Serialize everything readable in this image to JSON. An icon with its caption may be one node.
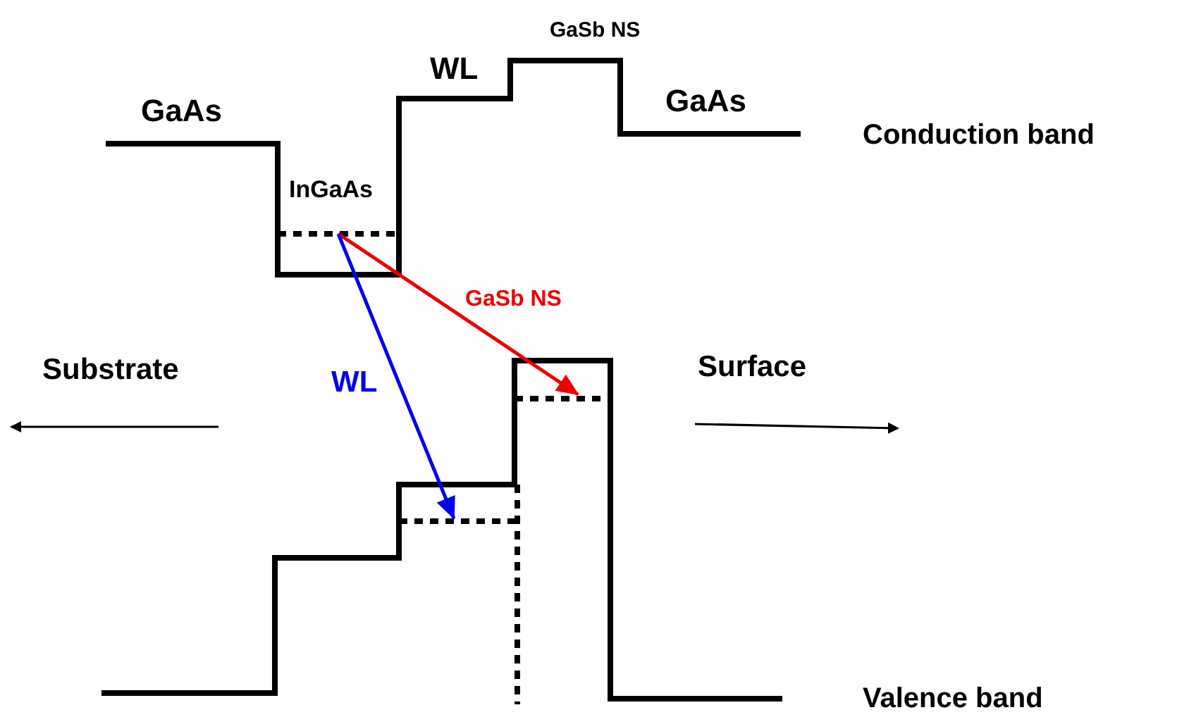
{
  "diagram": {
    "labels": [
      "GaSb NS",
      "WL",
      "GaAs",
      "GaAs",
      "Conduction band",
      "InGaAs",
      "GaSb NS",
      "Substrate",
      "WL",
      "Surface",
      "Valence band"
    ]
  }
}
